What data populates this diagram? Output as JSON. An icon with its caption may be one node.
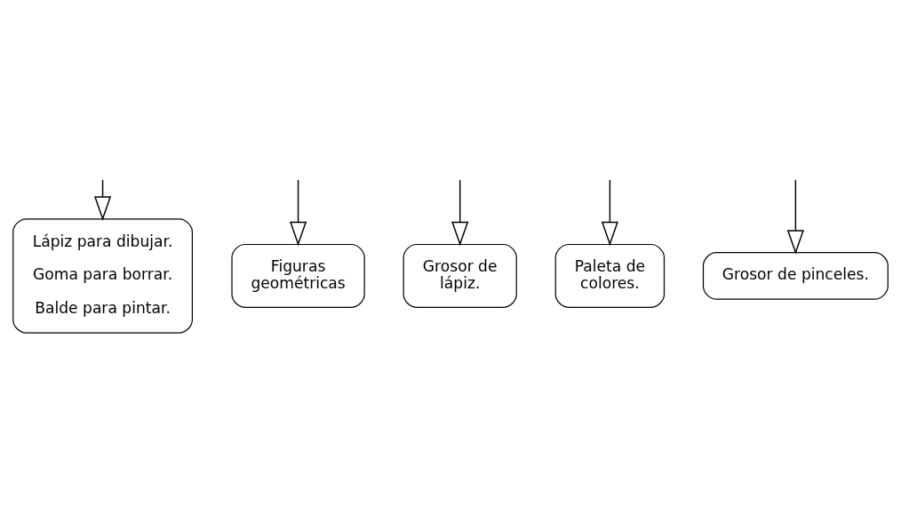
{
  "diagram": {
    "nodes": [
      {
        "text": [
          "Lápiz para dibujar.",
          "Goma para borrar.",
          "Balde para pintar."
        ]
      },
      {
        "text": [
          "Figuras geométricas"
        ]
      },
      {
        "text": [
          "Grosor de lápiz."
        ]
      },
      {
        "text": [
          "Paleta de colores."
        ]
      },
      {
        "text": [
          "Grosor de pinceles."
        ]
      }
    ],
    "edges": [
      {
        "from": null,
        "to": 0,
        "arrow": "to"
      },
      {
        "from": null,
        "to": 4,
        "arrow": "to"
      },
      {
        "from": null,
        "to": 1,
        "arrow": "to"
      },
      {
        "from": null,
        "to": 2,
        "arrow": "to"
      },
      {
        "from": null,
        "to": 3,
        "arrow": "to"
      }
    ]
  }
}
